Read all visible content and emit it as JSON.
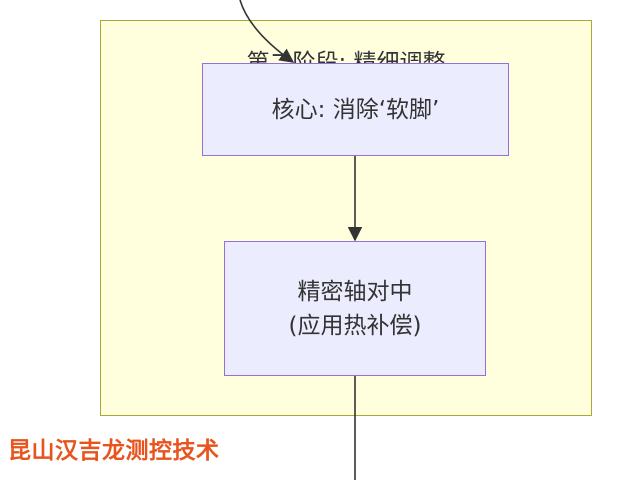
{
  "diagram": {
    "stage": {
      "title": "第二阶段: 精细调整"
    },
    "nodes": [
      {
        "id": "core",
        "lines": [
          "核心: 消除‘软脚’"
        ]
      },
      {
        "id": "align",
        "lines": [
          "精密轴对中",
          "(应用热补偿)"
        ]
      }
    ],
    "edges": [
      {
        "from": "previous-stage",
        "to": "core"
      },
      {
        "from": "core",
        "to": "align"
      },
      {
        "from": "align",
        "to": "next-stage"
      }
    ],
    "colors": {
      "stage_fill": "#ffffde",
      "stage_border": "#aaaa33",
      "node_fill": "#ececff",
      "node_border": "#9370db",
      "edge": "#333333",
      "watermark": "#e8541e"
    }
  },
  "watermark": {
    "text": "昆山汉吉龙测控技术"
  }
}
